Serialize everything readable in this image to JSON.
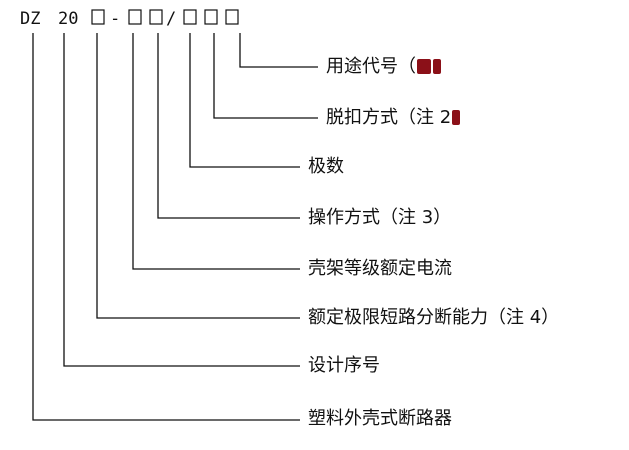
{
  "model_code": {
    "prefix": "DZ",
    "series": "20",
    "dash": "-",
    "slash": "/"
  },
  "labels": [
    {
      "id": "usage-code",
      "text": "用途代号（",
      "tail": ""
    },
    {
      "id": "trip-method",
      "text": "脱扣方式（注 2",
      "tail": ""
    },
    {
      "id": "poles",
      "text": "极数"
    },
    {
      "id": "operation-method",
      "text": "操作方式（注 3）"
    },
    {
      "id": "frame-rated-current",
      "text": "壳架等级额定电流"
    },
    {
      "id": "breaking-capacity",
      "text": "额定极限短路分断能力（注 4）"
    },
    {
      "id": "design-number",
      "text": "设计序号"
    },
    {
      "id": "mccb",
      "text": "塑料外壳式断路器"
    }
  ],
  "colors": {
    "line": "#111111",
    "redaction": "#8b1018"
  }
}
